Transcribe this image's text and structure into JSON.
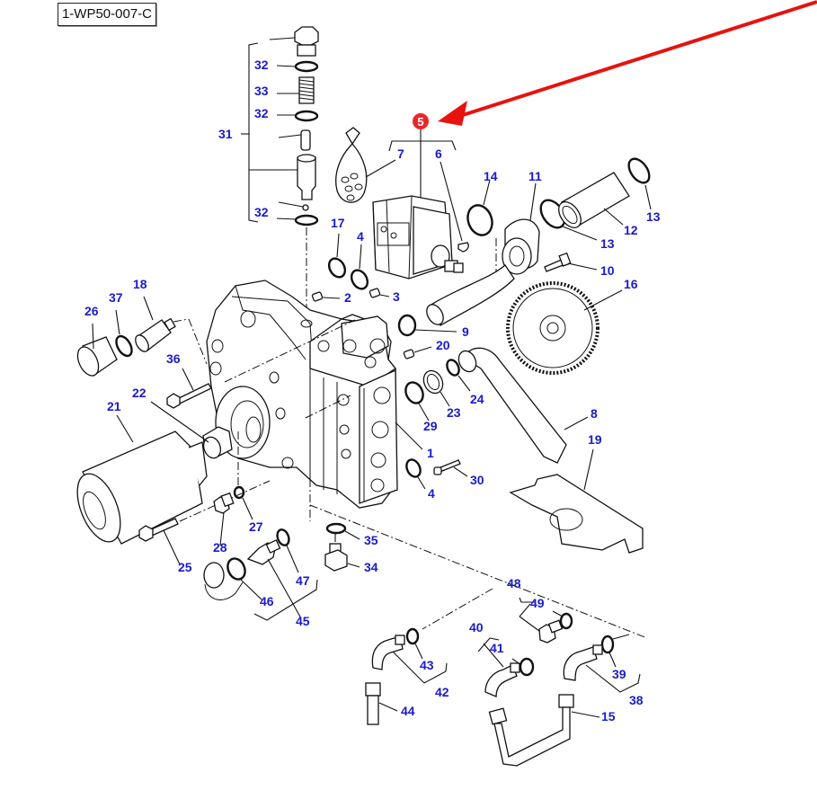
{
  "reference_code": "1-WP50-007-C",
  "highlight": {
    "item": "5",
    "badge_color": "#e8262b",
    "arrow_color": "#e8120e"
  },
  "label_color": "#1a1acc",
  "callouts": [
    {
      "id": "c31",
      "text": "31"
    },
    {
      "id": "c32a",
      "text": "32"
    },
    {
      "id": "c33",
      "text": "33"
    },
    {
      "id": "c32b",
      "text": "32"
    },
    {
      "id": "c32c",
      "text": "32"
    },
    {
      "id": "c7",
      "text": "7"
    },
    {
      "id": "c6",
      "text": "6"
    },
    {
      "id": "c14",
      "text": "14"
    },
    {
      "id": "c11",
      "text": "11"
    },
    {
      "id": "c13a",
      "text": "13"
    },
    {
      "id": "c13b",
      "text": "13"
    },
    {
      "id": "c12",
      "text": "12"
    },
    {
      "id": "c10",
      "text": "10"
    },
    {
      "id": "c16",
      "text": "16"
    },
    {
      "id": "c17",
      "text": "17"
    },
    {
      "id": "c4a",
      "text": "4"
    },
    {
      "id": "c2",
      "text": "2"
    },
    {
      "id": "c3",
      "text": "3"
    },
    {
      "id": "c9",
      "text": "9"
    },
    {
      "id": "c20",
      "text": "20"
    },
    {
      "id": "c24",
      "text": "24"
    },
    {
      "id": "c23",
      "text": "23"
    },
    {
      "id": "c29",
      "text": "29"
    },
    {
      "id": "c8",
      "text": "8"
    },
    {
      "id": "c19",
      "text": "19"
    },
    {
      "id": "c1",
      "text": "1"
    },
    {
      "id": "c4b",
      "text": "4"
    },
    {
      "id": "c30",
      "text": "30"
    },
    {
      "id": "c18",
      "text": "18"
    },
    {
      "id": "c37",
      "text": "37"
    },
    {
      "id": "c26",
      "text": "26"
    },
    {
      "id": "c36",
      "text": "36"
    },
    {
      "id": "c22",
      "text": "22"
    },
    {
      "id": "c21",
      "text": "21"
    },
    {
      "id": "c27",
      "text": "27"
    },
    {
      "id": "c28",
      "text": "28"
    },
    {
      "id": "c25",
      "text": "25"
    },
    {
      "id": "c35",
      "text": "35"
    },
    {
      "id": "c34",
      "text": "34"
    },
    {
      "id": "c47",
      "text": "47"
    },
    {
      "id": "c46",
      "text": "46"
    },
    {
      "id": "c45",
      "text": "45"
    },
    {
      "id": "c48",
      "text": "48"
    },
    {
      "id": "c49",
      "text": "49"
    },
    {
      "id": "c40",
      "text": "40"
    },
    {
      "id": "c41",
      "text": "41"
    },
    {
      "id": "c43",
      "text": "43"
    },
    {
      "id": "c42",
      "text": "42"
    },
    {
      "id": "c44",
      "text": "44"
    },
    {
      "id": "c39",
      "text": "39"
    },
    {
      "id": "c38",
      "text": "38"
    },
    {
      "id": "c15",
      "text": "15"
    }
  ]
}
